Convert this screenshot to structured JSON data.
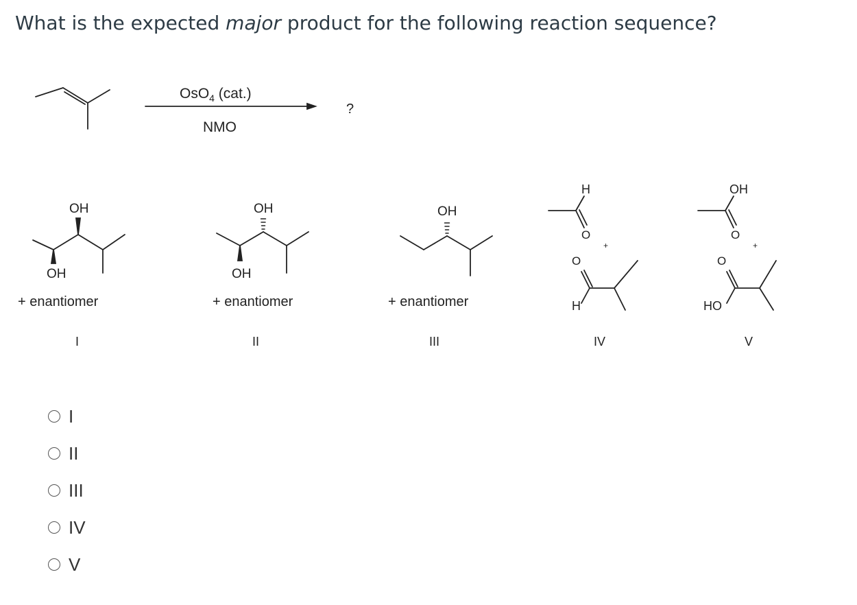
{
  "question": {
    "prefix": "What is the expected ",
    "emphasis": "major",
    "suffix": " product for the following reaction sequence?"
  },
  "reaction": {
    "reagent_top_main": "OsO",
    "reagent_top_sub": "4",
    "reagent_top_rest": " (cat.)",
    "reagent_bottom": "NMO",
    "product": "?"
  },
  "structures": [
    {
      "label": "OH",
      "label2": "OH",
      "note": "+ enantiomer",
      "roman": "I"
    },
    {
      "label": "OH",
      "label2": "OH",
      "note": "+ enantiomer",
      "roman": "II"
    },
    {
      "label": "OH",
      "note": "+ enantiomer",
      "roman": "III"
    },
    {
      "label": "H",
      "o1": "O",
      "plus": "+",
      "o2": "O",
      "h2": "H",
      "roman": "IV"
    },
    {
      "label": "OH",
      "o1": "O",
      "plus": "+",
      "o2": "O",
      "h2": "HO",
      "roman": "V"
    }
  ],
  "options": [
    "I",
    "II",
    "III",
    "IV",
    "V"
  ]
}
